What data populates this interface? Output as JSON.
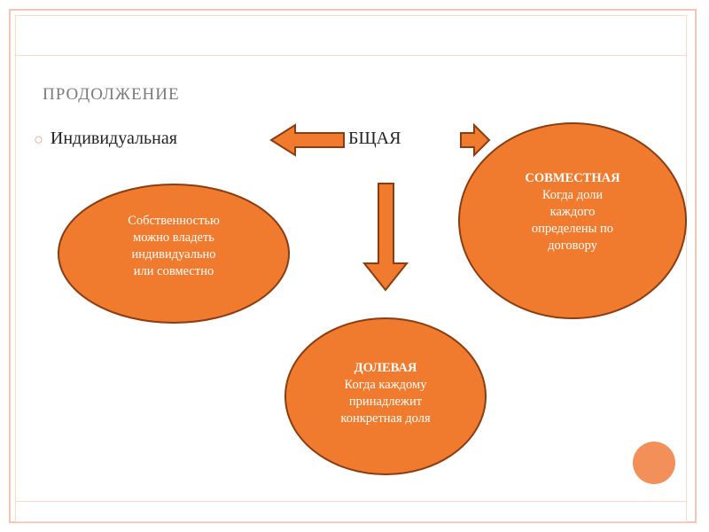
{
  "slide": {
    "title": "ПРОДОЛЖЕНИЕ",
    "bullet": "Индивидуальная",
    "center_word": "БЩАЯ"
  },
  "nodes": {
    "ownership": {
      "lines": [
        "Собственностью",
        "можно владеть",
        "индивидуально",
        "или совместно"
      ]
    },
    "joint": {
      "heading": "СОВМЕСТНАЯ",
      "lines": [
        "Когда доли",
        "каждого",
        "определены по",
        "договору"
      ]
    },
    "shared": {
      "heading": "ДОЛЕВАЯ",
      "lines": [
        "Когда каждому",
        "принадлежит",
        "конкретная доля"
      ]
    }
  },
  "colors": {
    "bubble_fill": "#f07b2e",
    "bubble_stroke": "#8a3d10",
    "accent_dot": "#f3905a",
    "frame": "#f3c6b4",
    "title": "#7b7b7b"
  }
}
